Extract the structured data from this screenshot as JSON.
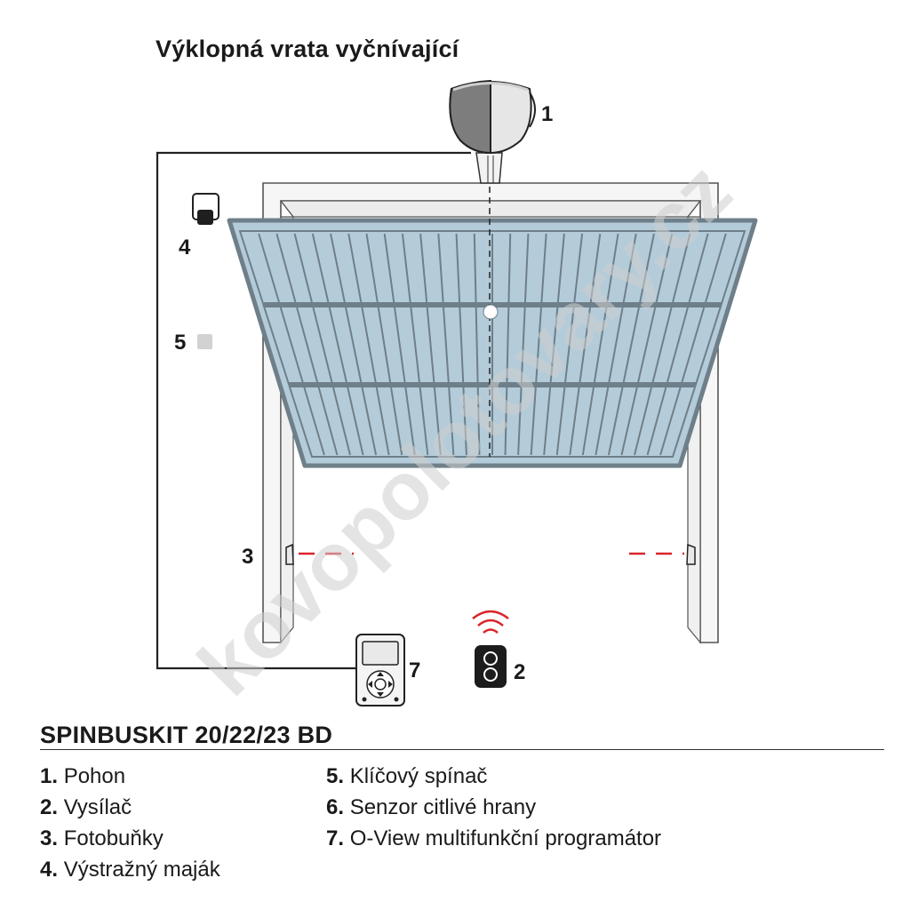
{
  "title": "Výklopná vrata vyčnívající",
  "watermark": "kovopolotovary.cz",
  "callouts": {
    "c1": "1",
    "c2": "2",
    "c3": "3",
    "c4": "4",
    "c5": "5",
    "c7": "7"
  },
  "kit_title": "SPINBUSKIT 20/22/23  BD",
  "legend_left": [
    {
      "num": "1.",
      "text": "Pohon"
    },
    {
      "num": "2.",
      "text": "Vysílač"
    },
    {
      "num": "3.",
      "text": "Fotobuňky"
    },
    {
      "num": "4.",
      "text": "Výstražný maják"
    }
  ],
  "legend_right": [
    {
      "num": "5.",
      "text": "Klíčový spínač"
    },
    {
      "num": "6.",
      "text": "Senzor citlivé hrany"
    },
    {
      "num": "7.",
      "text": "O-View multifunkční programátor"
    }
  ],
  "colors": {
    "door_panel": "#b4ccd9",
    "door_frame": "#6e7f89",
    "beam_dash": "#d9252a",
    "signal": "#d9252a"
  }
}
